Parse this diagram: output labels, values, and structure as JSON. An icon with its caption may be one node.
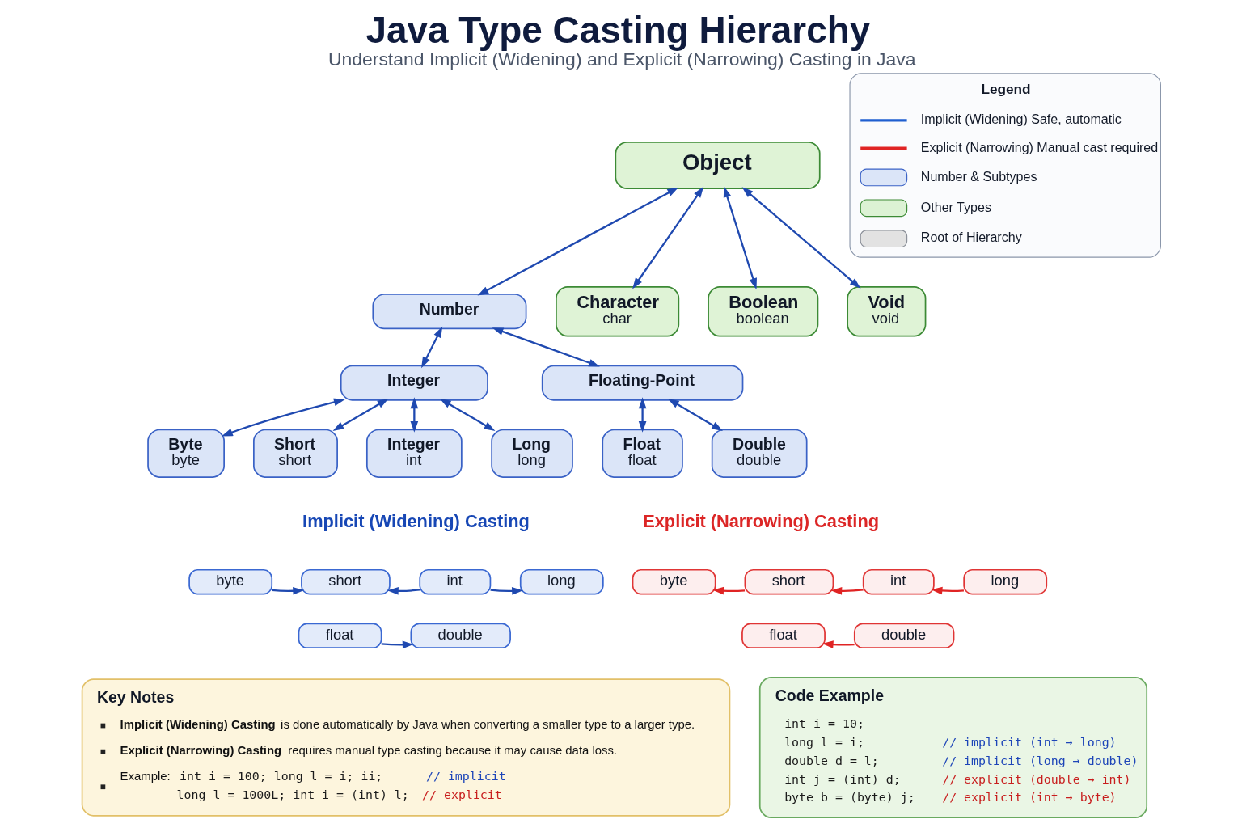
{
  "diagram": {
    "title": "Java Type Casting Hierarchy",
    "caption": "Understand Implicit (Widening) and Explicit (Narrowing) Casting in Java",
    "nodes": [
      {
        "text": [
          "Object"
        ]
      },
      {
        "text": [
          "Number"
        ]
      },
      {
        "text": [
          "Character",
          "char"
        ]
      },
      {
        "text": [
          "Boolean",
          "boolean"
        ]
      },
      {
        "text": [
          "Void",
          "void"
        ]
      },
      {
        "text": [
          "Integer"
        ]
      },
      {
        "text": [
          "Floating-Point"
        ]
      },
      {
        "text": [
          "Byte",
          "byte"
        ]
      },
      {
        "text": [
          "Short",
          "short"
        ]
      },
      {
        "text": [
          "Integer",
          "int"
        ]
      },
      {
        "text": [
          "Long",
          "long"
        ]
      },
      {
        "text": [
          "Float",
          "float"
        ]
      },
      {
        "text": [
          "Double",
          "double"
        ]
      },
      {
        "text": [
          "byte"
        ]
      },
      {
        "text": [
          "short"
        ]
      },
      {
        "text": [
          "int"
        ]
      },
      {
        "text": [
          "long"
        ]
      },
      {
        "text": [
          "float"
        ]
      },
      {
        "text": [
          "double"
        ]
      },
      {
        "text": [
          "byte"
        ]
      },
      {
        "text": [
          "short"
        ]
      },
      {
        "text": [
          "int"
        ]
      },
      {
        "text": [
          "long"
        ]
      },
      {
        "text": [
          "float"
        ]
      },
      {
        "text": [
          "double"
        ]
      },
      {
        "text": [
          "Key Notes",
          "**Implicit (Widening) Casting** is done automatically by Java when converting a smaller type to a larger type.",
          "**Explicit (Narrowing) Casting** requires manual type casting because it may cause data loss.",
          "Example:",
          "int i = 100; long l = i; ii;",
          "// implicit",
          "long l = 1000L; int i = (int) l;",
          "// explicit"
        ]
      },
      {
        "text": [
          "Code Example",
          "int i = 10;",
          "long l = i;",
          "// implicit (int → long)",
          "double d = l;",
          "// implicit (long → double)",
          "int j = (int) d;",
          "// explicit (double → int)",
          "byte b = (byte) j;",
          "// explicit (int → byte)"
        ]
      }
    ],
    "edges": [
      {
        "from": 0,
        "to": 1,
        "arrow": "both"
      },
      {
        "from": 0,
        "to": 2,
        "arrow": "both"
      },
      {
        "from": 0,
        "to": 3,
        "arrow": "both"
      },
      {
        "from": 0,
        "to": 4,
        "arrow": "both"
      },
      {
        "from": 1,
        "to": 5,
        "arrow": "both"
      },
      {
        "from": 1,
        "to": 6,
        "arrow": "both"
      },
      {
        "from": 5,
        "to": 7,
        "arrow": "both"
      },
      {
        "from": 5,
        "to": 8,
        "arrow": "both"
      },
      {
        "from": 5,
        "to": 9,
        "arrow": "both"
      },
      {
        "from": 5,
        "to": 10,
        "arrow": "both"
      },
      {
        "from": 6,
        "to": 11,
        "arrow": "both"
      },
      {
        "from": 6,
        "to": 12,
        "arrow": "both"
      },
      {
        "from": 13,
        "to": 14,
        "arrow": "to"
      },
      {
        "from": 15,
        "to": 14,
        "arrow": "to"
      },
      {
        "from": 15,
        "to": 16,
        "arrow": "to"
      },
      {
        "from": 17,
        "to": 18,
        "arrow": "to"
      },
      {
        "from": 20,
        "to": 19,
        "arrow": "to",
        "color": "#e02424"
      },
      {
        "from": 21,
        "to": 20,
        "arrow": "to",
        "color": "#e02424"
      },
      {
        "from": 22,
        "to": 21,
        "arrow": "to",
        "color": "#e02424"
      },
      {
        "from": 24,
        "to": 23,
        "arrow": "to",
        "color": "#e02424"
      }
    ],
    "labels": [
      "Legend",
      "Implicit (Widening) Casting",
      "Explicit (Narrowing) Casting"
    ],
    "legend": [
      {
        "text": "Implicit (Widening) Safe, automatic"
      },
      {
        "text": "Explicit (Narrowing) Manual cast required"
      },
      {
        "text": "Number & Subtypes",
        "color": "#dbe5f8"
      },
      {
        "text": "Other Types",
        "color": "#dcf2d4"
      },
      {
        "text": "Root of Hierarchy",
        "color": "#e2e2e2"
      }
    ]
  }
}
